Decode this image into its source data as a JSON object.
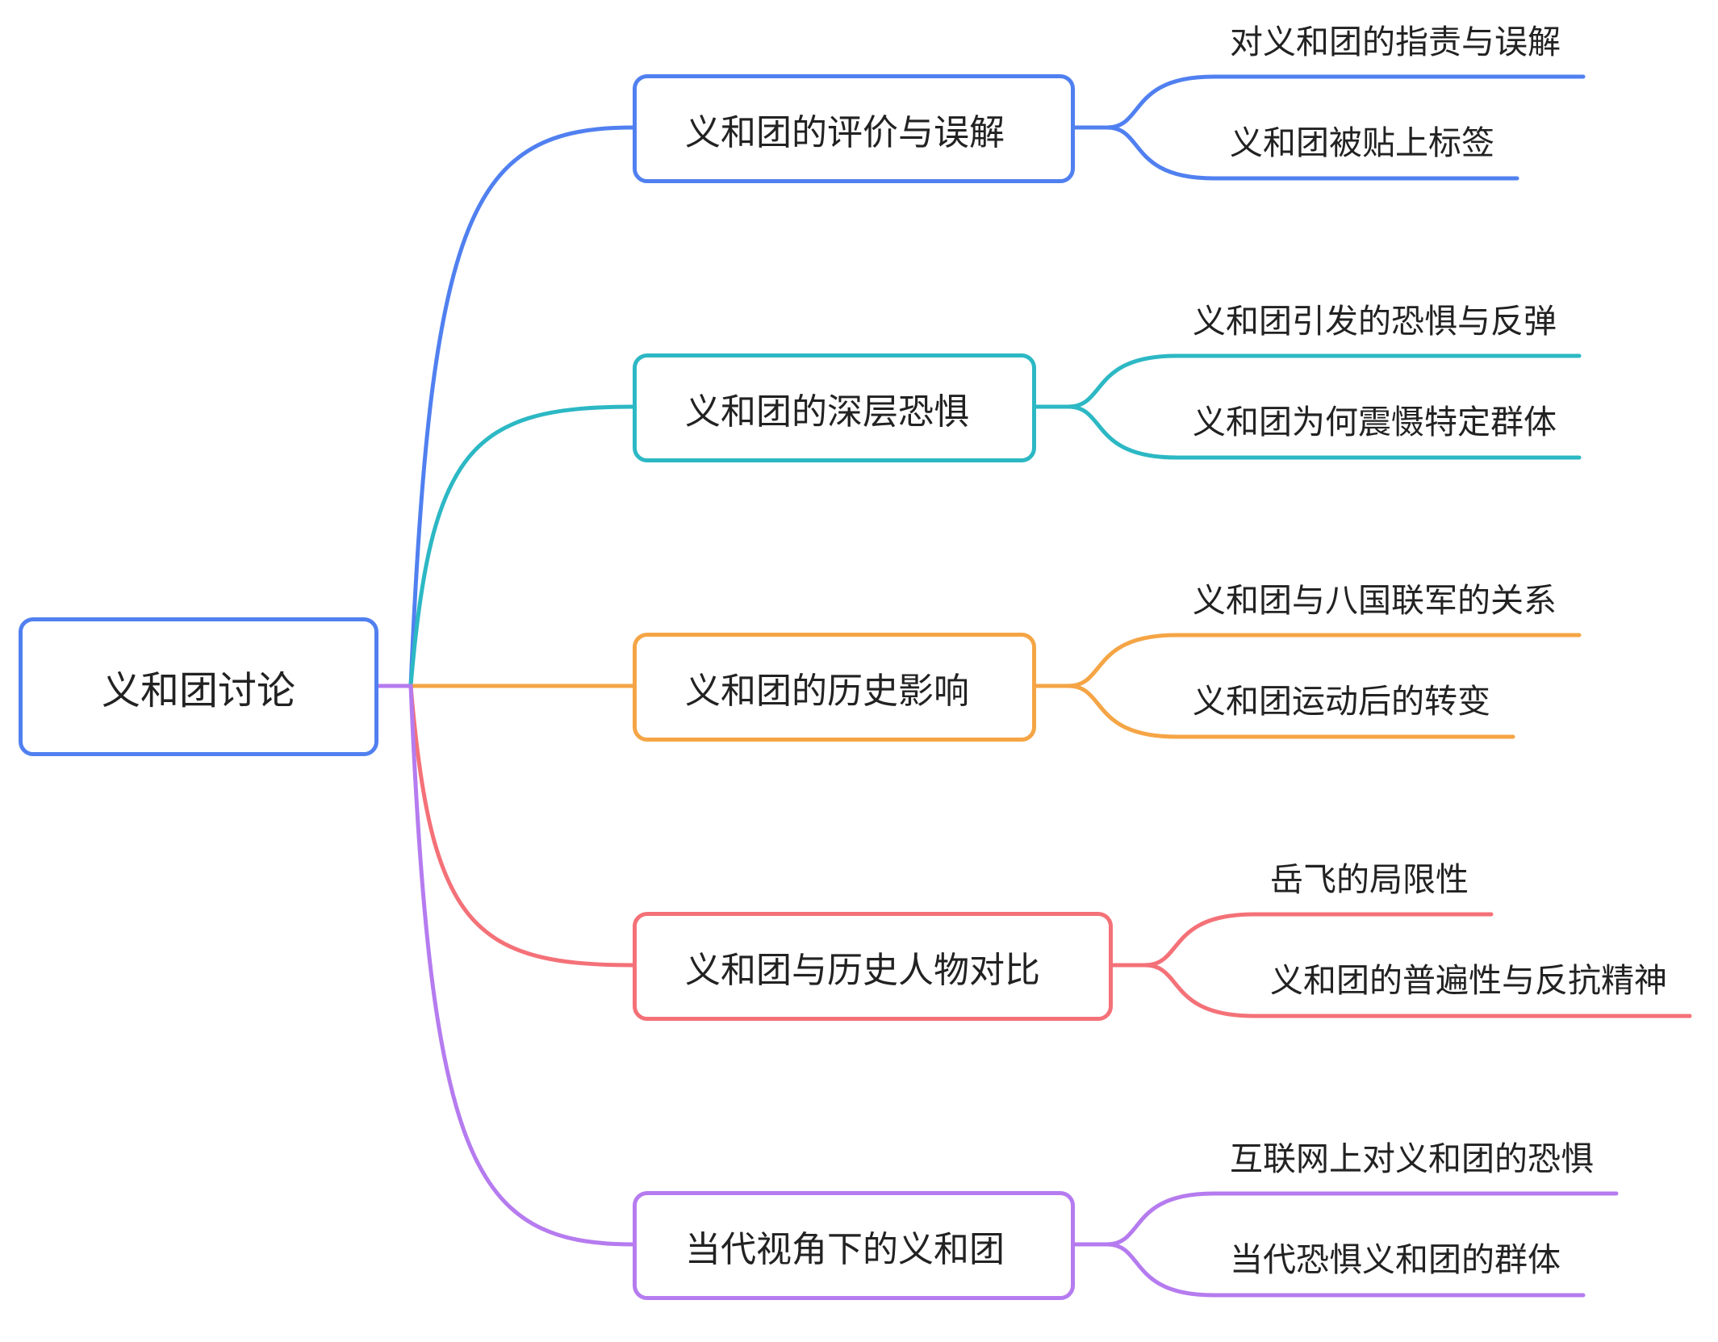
{
  "mindmap": {
    "root": {
      "label": "义和团讨论",
      "color": "#5080f0"
    },
    "branches": [
      {
        "label": "义和团的评价与误解",
        "color": "#5080f0",
        "leaves": [
          "对义和团的指责与误解",
          "义和团被贴上标签"
        ]
      },
      {
        "label": "义和团的深层恐惧",
        "color": "#2cb8c4",
        "leaves": [
          "义和团引发的恐惧与反弹",
          "义和团为何震慑特定群体"
        ]
      },
      {
        "label": "义和团的历史影响",
        "color": "#f5a545",
        "leaves": [
          "义和团与八国联军的关系",
          "义和团运动后的转变"
        ]
      },
      {
        "label": "义和团与历史人物对比",
        "color": "#f47178",
        "leaves": [
          "岳飞的局限性",
          "义和团的普遍性与反抗精神"
        ]
      },
      {
        "label": "当代视角下的义和团",
        "color": "#b57bef",
        "leaves": [
          "互联网上对义和团的恐惧",
          "当代恐惧义和团的群体"
        ]
      }
    ]
  }
}
